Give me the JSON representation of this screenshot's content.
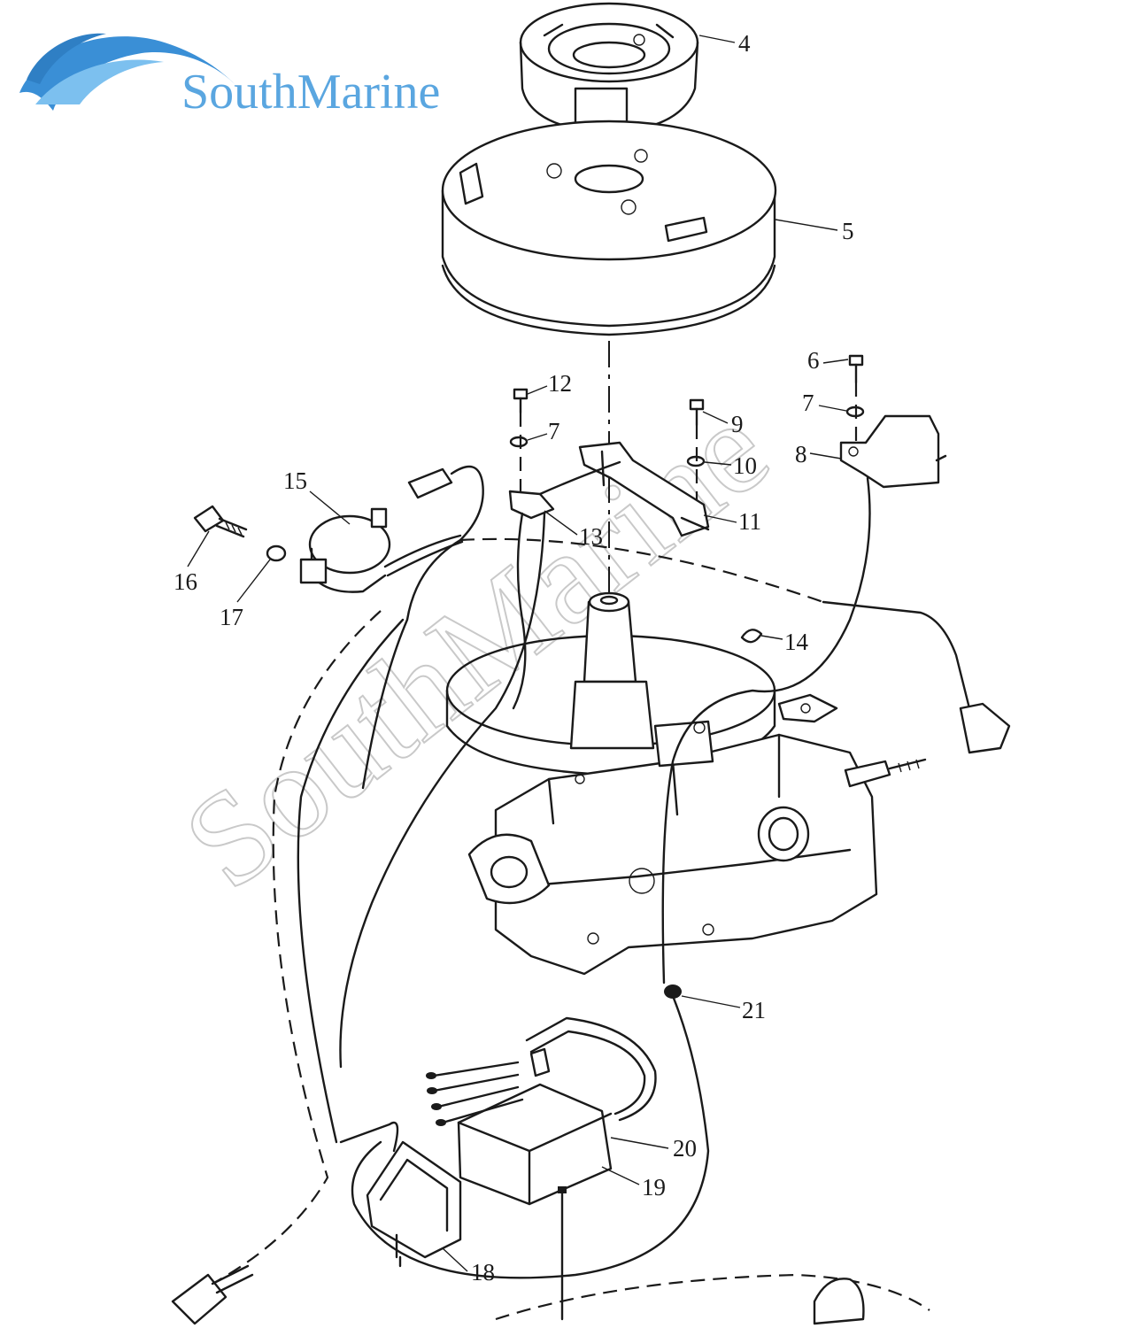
{
  "brand": {
    "name": "SouthMarine",
    "color": "#5aa6e0",
    "wave_color": "#3a8fd6"
  },
  "watermark": {
    "text": "SouthMarine",
    "color": "#c9c9c9"
  },
  "callouts": [
    {
      "id": "c4",
      "label": "4"
    },
    {
      "id": "c5",
      "label": "5"
    },
    {
      "id": "c6",
      "label": "6"
    },
    {
      "id": "c7a",
      "label": "7"
    },
    {
      "id": "c8",
      "label": "8"
    },
    {
      "id": "c12",
      "label": "12"
    },
    {
      "id": "c7b",
      "label": "7"
    },
    {
      "id": "c9",
      "label": "9"
    },
    {
      "id": "c10",
      "label": "10"
    },
    {
      "id": "c11",
      "label": "11"
    },
    {
      "id": "c13",
      "label": "13"
    },
    {
      "id": "c15",
      "label": "15"
    },
    {
      "id": "c16",
      "label": "16"
    },
    {
      "id": "c17",
      "label": "17"
    },
    {
      "id": "c14",
      "label": "14"
    },
    {
      "id": "c21",
      "label": "21"
    },
    {
      "id": "c20",
      "label": "20"
    },
    {
      "id": "c19",
      "label": "19"
    },
    {
      "id": "c18",
      "label": "18"
    }
  ]
}
